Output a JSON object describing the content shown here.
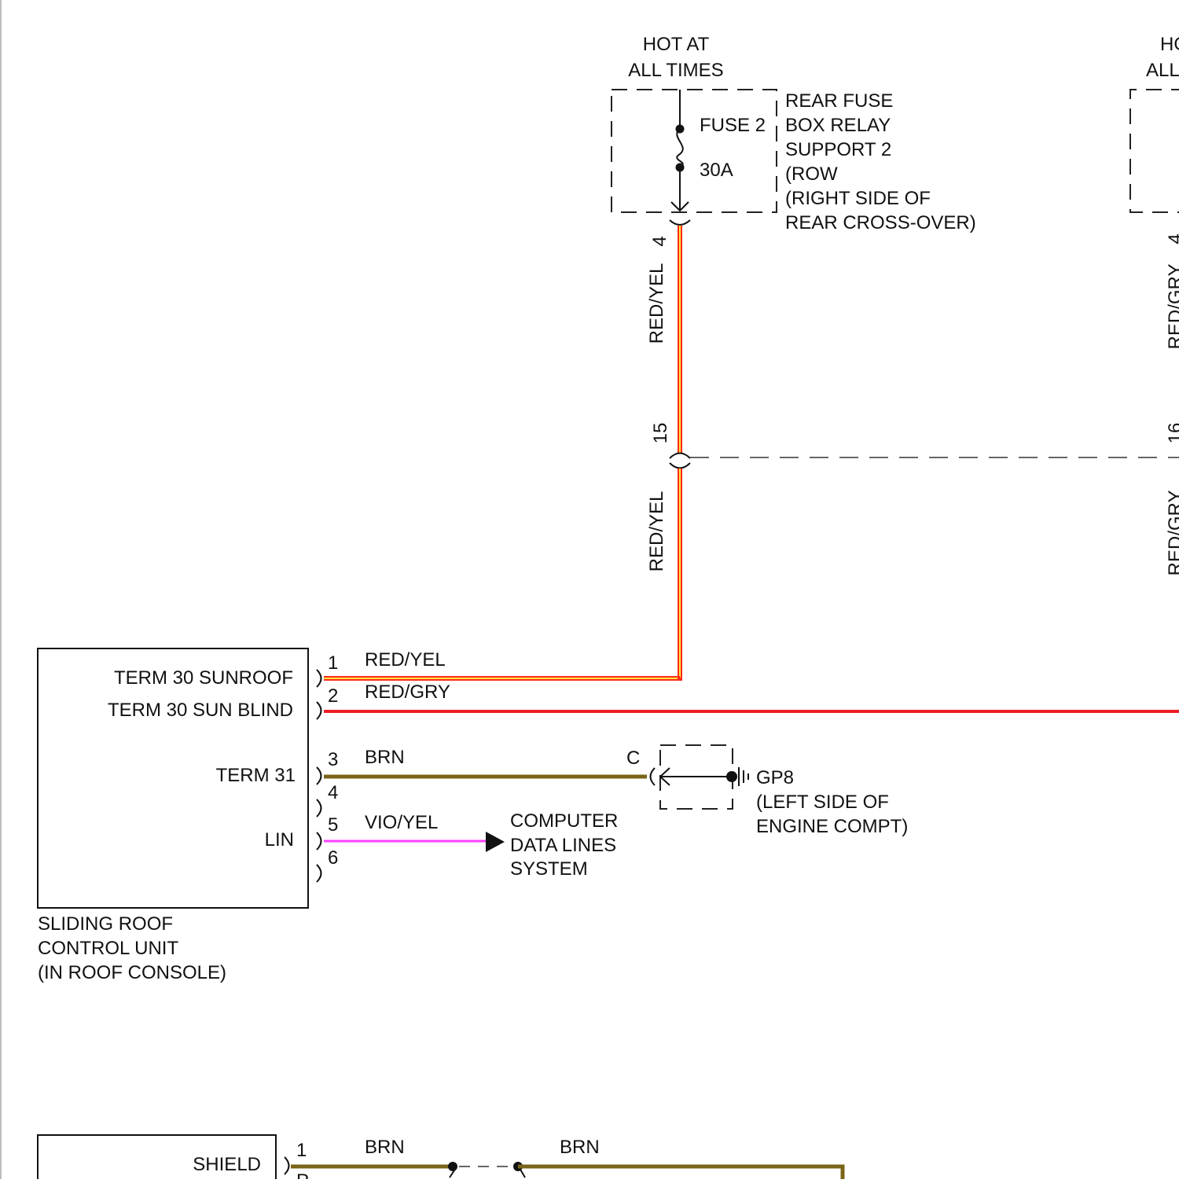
{
  "power_source_1": {
    "hot_line1": "HOT AT",
    "hot_line2": "ALL TIMES",
    "fuse_label": "FUSE 2",
    "fuse_rating": "30A",
    "fuse_box": {
      "line1": "REAR FUSE",
      "line2": "BOX RELAY",
      "line3": "SUPPORT 2",
      "line4": "(ROW",
      "line5": "(RIGHT SIDE OF",
      "line6": "REAR CROSS-OVER)"
    }
  },
  "power_source_2_partial": {
    "hot_line1": "HO",
    "hot_line2": "ALL"
  },
  "wires": {
    "red_yel_vertical_upper": "RED/YEL",
    "red_yel_vertical_lower": "RED/YEL",
    "red_gry_vertical_upper_partial": "RED/GRY",
    "red_gry_vertical_lower_partial": "RED/GRY",
    "pin1_color": "RED/YEL",
    "pin2_color": "RED/GRY",
    "pin3_color": "BRN",
    "pin5_color": "VIO/YEL",
    "shield_left_color": "BRN",
    "shield_right_color": "BRN"
  },
  "connector_pins": {
    "fuse_out_pin": "4",
    "crossover_pin": "15",
    "crossover_pin_right_partial": "16",
    "fuse2_out_pin_partial": "4"
  },
  "control_unit": {
    "term30_sunroof": "TERM 30 SUNROOF",
    "term30_sunblind": "TERM 30 SUN BLIND",
    "term31": "TERM 31",
    "lin": "LIN",
    "pins": [
      "1",
      "2",
      "3",
      "4",
      "5",
      "6"
    ],
    "caption": {
      "line1": "SLIDING ROOF",
      "line2": "CONTROL UNIT",
      "line3": "(IN ROOF CONSOLE)"
    }
  },
  "ground": {
    "connector_letter": "C",
    "name": "GP8",
    "loc_line1": "(LEFT SIDE OF",
    "loc_line2": "ENGINE COMPT)"
  },
  "data_lines": {
    "line1": "COMPUTER",
    "line2": "DATA LINES",
    "line3": "SYSTEM"
  },
  "lower_module": {
    "shield": "SHIELD",
    "pin1": "1",
    "pin2_partial": "P"
  },
  "colors": {
    "red_yel_outline": "#ff2a1a",
    "red_yel_core": "#ffe640",
    "red": "#ee1c25",
    "brown": "#7a6418",
    "violet_yel": "#ff40ff",
    "ink": "#111111",
    "dash": "#222222"
  }
}
